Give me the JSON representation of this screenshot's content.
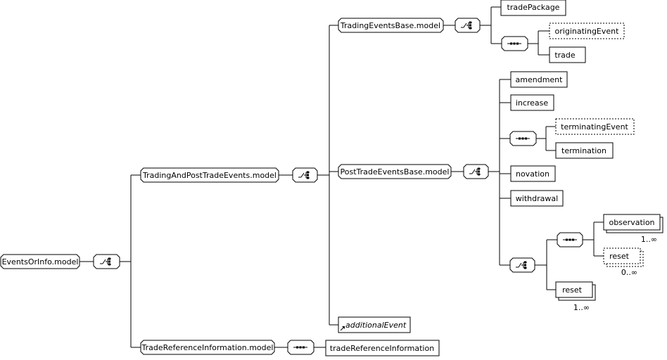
{
  "nodes": {
    "root": "EventsOrInfo.model",
    "trading_and_post": "TradingAndPostTradeEvents.model",
    "trade_reference_model": "TradeReferenceInformation.model",
    "trading_events_base": "TradingEventsBase.model",
    "post_trade_events_base": "PostTradeEventsBase.model",
    "additional_event": "additionalEvent",
    "trade_package": "tradePackage",
    "originating_event": "originatingEvent",
    "trade": "trade",
    "amendment": "amendment",
    "increase": "increase",
    "terminating_event": "terminatingEvent",
    "termination": "termination",
    "novation": "novation",
    "withdrawal": "withdrawal",
    "observation": "observation",
    "reset_optional": "reset",
    "reset_required": "reset",
    "trade_reference_information": "tradeReferenceInformation"
  },
  "cardinality": {
    "observation": "1..∞",
    "reset_optional": "0..∞",
    "reset_required": "1..∞"
  },
  "compositor_icons": [
    "choice-compositor-icon",
    "sequence-compositor-icon"
  ]
}
